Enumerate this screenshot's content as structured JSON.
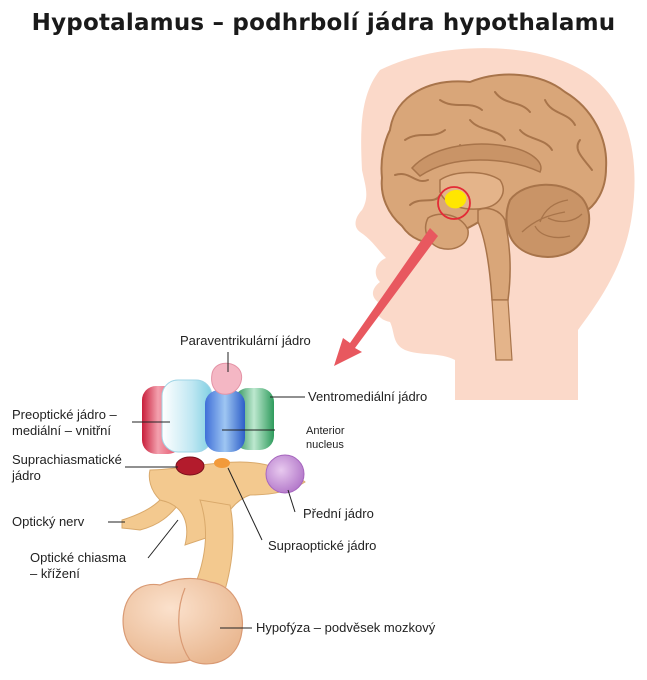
{
  "title": "Hypotalamus – podhrbolí jádra hypothalamu",
  "labels": {
    "paraventricular": "Paraventrikulární jádro",
    "ventromedial": "Ventromediální jádro",
    "preoptic_line1": "Preoptické jádro –",
    "preoptic_line2": "mediální – vnitřní",
    "anterior_line1": "Anterior",
    "anterior_line2": "nucleus",
    "suprachiasmatic_line1": "Suprachiasmatické",
    "suprachiasmatic_line2": "jádro",
    "anterior_nucleus_cz": "Přední jádro",
    "optic_nerve": "Optický nerv",
    "chiasm_line1": "Optické chiasma",
    "chiasm_line2": "– křížení",
    "supraoptic": "Supraoptické jádro",
    "pituitary": "Hypofýza – podvěsek mozkový"
  },
  "colors": {
    "skin": "#fbd9c9",
    "brain": "#d9a679",
    "brain_dark": "#b07a4f",
    "highlight": "#ffe600",
    "arrow": "#e8585f",
    "stalk": "#f3c98f",
    "pituitary": "#f2c6a6"
  }
}
